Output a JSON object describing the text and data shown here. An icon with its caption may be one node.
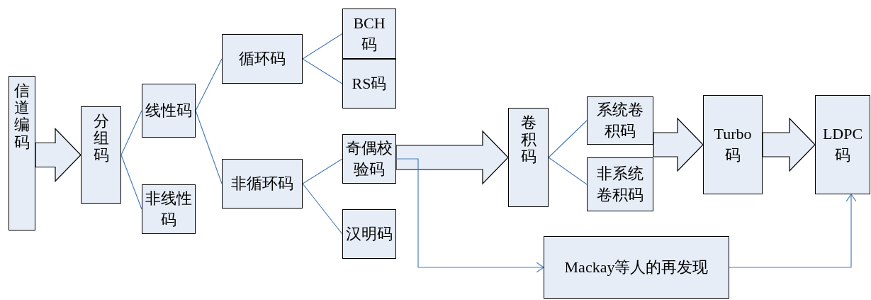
{
  "diagram": {
    "nodes": [
      {
        "text": [
          "信道编码"
        ]
      },
      {
        "text": [
          "分组码"
        ]
      },
      {
        "text": [
          "线性码"
        ]
      },
      {
        "text": [
          "非线性码"
        ]
      },
      {
        "text": [
          "循环码"
        ]
      },
      {
        "text": [
          "非循环码"
        ]
      },
      {
        "text": [
          "BCH码"
        ]
      },
      {
        "text": [
          "RS码"
        ]
      },
      {
        "text": [
          "奇偶校验码"
        ]
      },
      {
        "text": [
          "汉明码"
        ]
      },
      {
        "text": [
          "卷积码"
        ]
      },
      {
        "text": [
          "系统卷积码"
        ]
      },
      {
        "text": [
          "非系统卷积码"
        ]
      },
      {
        "text": [
          "Turbo码"
        ]
      },
      {
        "text": [
          "LDPC码"
        ]
      },
      {
        "text": [
          "Mackay等人的再发现"
        ]
      }
    ],
    "edges": [
      {
        "from": 0,
        "to": 1,
        "arrow": "to",
        "style": "thick",
        "color": "#000000"
      },
      {
        "from": 1,
        "to": 2,
        "arrow": "none"
      },
      {
        "from": 1,
        "to": 3,
        "arrow": "none"
      },
      {
        "from": 2,
        "to": 4,
        "arrow": "none"
      },
      {
        "from": 2,
        "to": 5,
        "arrow": "none"
      },
      {
        "from": 4,
        "to": 6,
        "arrow": "none"
      },
      {
        "from": 4,
        "to": 7,
        "arrow": "none"
      },
      {
        "from": 5,
        "to": 8,
        "arrow": "none"
      },
      {
        "from": 5,
        "to": 9,
        "arrow": "none"
      },
      {
        "from": 8,
        "to": 10,
        "arrow": "to",
        "style": "thick",
        "color": "#000000"
      },
      {
        "from": 10,
        "to": 11,
        "arrow": "none"
      },
      {
        "from": 10,
        "to": 12,
        "arrow": "none"
      },
      {
        "from": 11,
        "to": 13,
        "arrow": "to",
        "style": "thick",
        "color": "#000000"
      },
      {
        "from": 13,
        "to": 14,
        "arrow": "to",
        "style": "thick",
        "color": "#000000"
      },
      {
        "from": 8,
        "to": 15,
        "arrow": "to"
      },
      {
        "from": 15,
        "to": 14,
        "arrow": "to"
      }
    ]
  }
}
